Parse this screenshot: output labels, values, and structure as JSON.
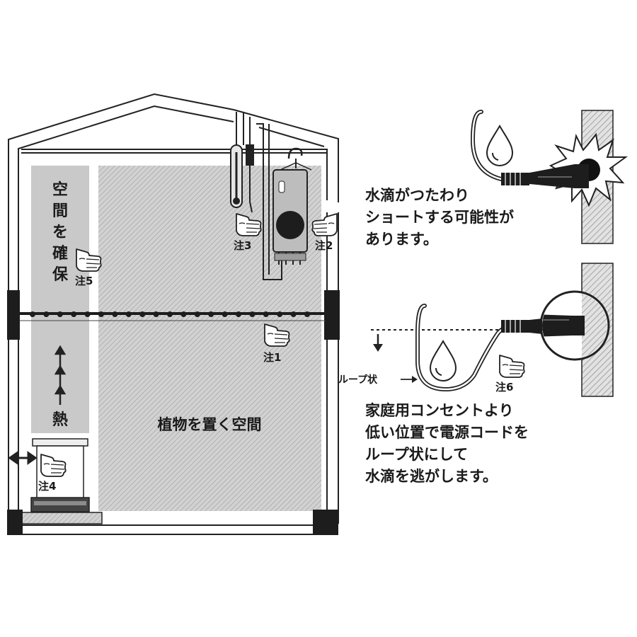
{
  "greenhouse": {
    "left_panel_vertical": [
      "空",
      "間",
      "を",
      "確",
      "保"
    ],
    "heat_label": "熱",
    "plant_space_label": "植物を置く空間",
    "notes": {
      "n1": "注1",
      "n2": "注2",
      "n3": "注3",
      "n4": "注4",
      "n5": "注5",
      "n6": "注6"
    }
  },
  "warning": {
    "lines": [
      "水滴がつたわり",
      "ショートする可能性が",
      "あります。"
    ]
  },
  "solution": {
    "loop_label": "ループ状",
    "lines": [
      "家庭用コンセントより",
      "低い位置で電源コードを",
      "ループ状にして",
      "水滴を逃がします。"
    ]
  },
  "colors": {
    "ink": "#1a1a1a",
    "hatch_fill": "#cfcfcf",
    "panel_gray": "#c8c8c8",
    "device_gray": "#bdbdbd"
  }
}
